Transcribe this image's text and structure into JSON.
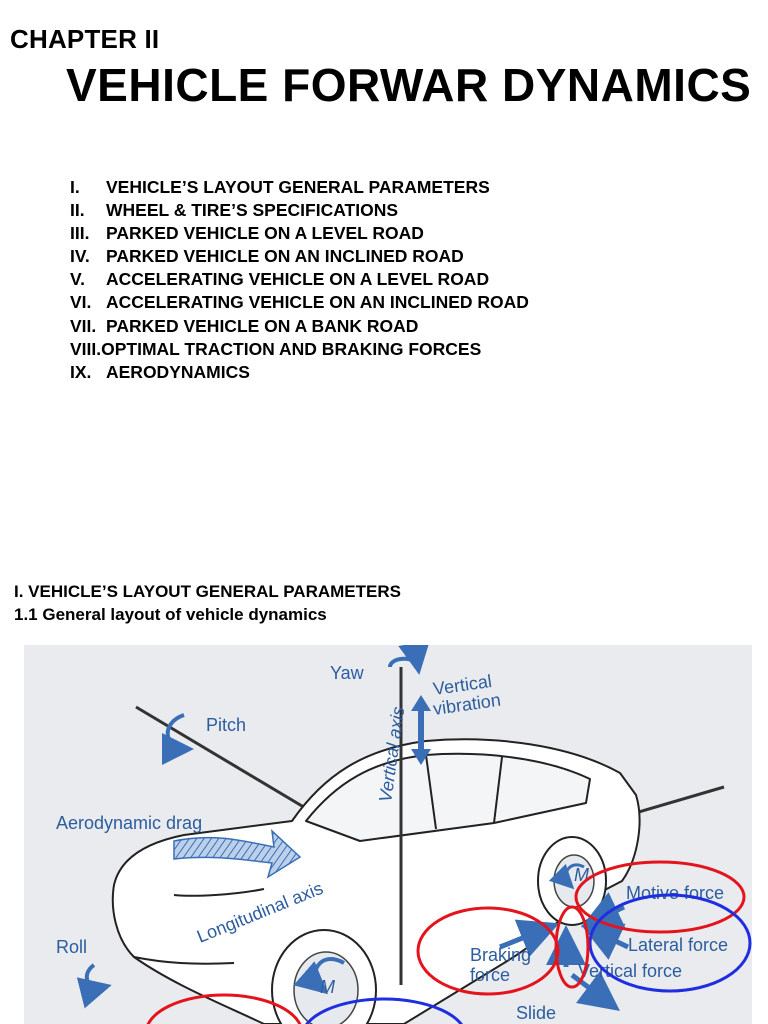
{
  "chapter": {
    "label": "CHAPTER II",
    "title": "VEHICLE FORWAR DYNAMICS"
  },
  "toc": [
    {
      "num": "I.",
      "text": "VEHICLE’S LAYOUT GENERAL PARAMETERS"
    },
    {
      "num": "II.",
      "text": "WHEEL & TIRE’S SPECIFICATIONS"
    },
    {
      "num": "III.",
      "text": "PARKED VEHICLE ON A LEVEL ROAD"
    },
    {
      "num": "IV.",
      "text": "PARKED VEHICLE ON AN INCLINED ROAD"
    },
    {
      "num": "V.",
      "text": "ACCELERATING VEHICLE ON A LEVEL ROAD"
    },
    {
      "num": "VI.",
      "text": "ACCELERATING VEHICLE ON AN INCLINED ROAD"
    },
    {
      "num": "VII.",
      "text": "PARKED VEHICLE ON A BANK ROAD"
    },
    {
      "num": "VIII.",
      "text": "OPTIMAL TRACTION AND BRAKING FORCES"
    },
    {
      "num": "IX.",
      "text": "AERODYNAMICS"
    }
  ],
  "section": {
    "heading": "I. VEHICLE’S LAYOUT GENERAL PARAMETERS",
    "subheading": "1.1 General layout of vehicle dynamics"
  },
  "figure": {
    "labels": {
      "yaw": "Yaw",
      "vertical_line1": "Vertical",
      "vertical_line2": "vibration",
      "pitch": "Pitch",
      "vertical_axis": "Vertical axis",
      "aero_drag": "Aerodynamic drag",
      "longitudinal_axis": "Longitudinal axis",
      "motive_force": "Motive force",
      "lateral_force": "Lateral force",
      "braking_line1": "Braking",
      "braking_line2": "force",
      "vertical_force": "Vertical force",
      "roll": "Roll",
      "slide": "Slide",
      "moment_front": "M",
      "moment_rear": "M"
    },
    "colors": {
      "label": "#2c5d9f",
      "highlight_red": "#e3141c",
      "highlight_blue": "#1f2ee0",
      "background": "#e9ebee",
      "arrow": "#3a6fb7"
    }
  }
}
